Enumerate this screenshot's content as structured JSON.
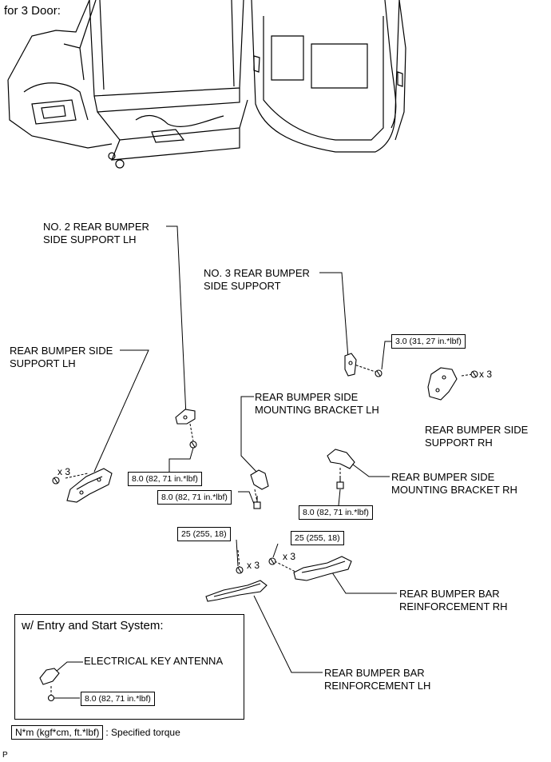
{
  "header": {
    "variant_label": "for 3 Door:"
  },
  "parts": {
    "no2_rear_bumper_side_support_lh": "NO. 2 REAR BUMPER\nSIDE SUPPORT LH",
    "no3_rear_bumper_side_support": "NO. 3 REAR BUMPER\nSIDE SUPPORT",
    "rear_bumper_side_support_lh": "REAR BUMPER SIDE\nSUPPORT LH",
    "rear_bumper_side_mounting_bracket_lh": "REAR BUMPER SIDE\nMOUNTING BRACKET LH",
    "rear_bumper_side_support_rh": "REAR BUMPER SIDE\nSUPPORT RH",
    "rear_bumper_side_mounting_bracket_rh": "REAR BUMPER SIDE\nMOUNTING BRACKET RH",
    "rear_bumper_bar_reinforcement_rh": "REAR BUMPER BAR\nREINFORCEMENT RH",
    "rear_bumper_bar_reinforcement_lh": "REAR BUMPER BAR\nREINFORCEMENT LH",
    "electrical_key_antenna": "ELECTRICAL KEY ANTENNA"
  },
  "torques": {
    "no3_support": "3.0 (31, 27 in.*lbf)",
    "no2_support_lh": "8.0 (82, 71 in.*lbf)",
    "bracket_lh": "8.0 (82, 71 in.*lbf)",
    "bracket_rh": "8.0 (82, 71 in.*lbf)",
    "reinforcement_lh": "25 (255, 18)",
    "reinforcement_rh": "25 (255, 18)",
    "key_antenna": "8.0 (82, 71 in.*lbf)"
  },
  "quantities": {
    "support_lh": "x 3",
    "support_rh": "x 3",
    "reinforcement_lh": "x 3",
    "reinforcement_rh": "x 3"
  },
  "inset": {
    "title": "w/ Entry and Start System:"
  },
  "legend": {
    "box_text": "N*m (kgf*cm, ft.*lbf)",
    "description": ": Specified torque"
  },
  "footer": {
    "code": "P"
  }
}
